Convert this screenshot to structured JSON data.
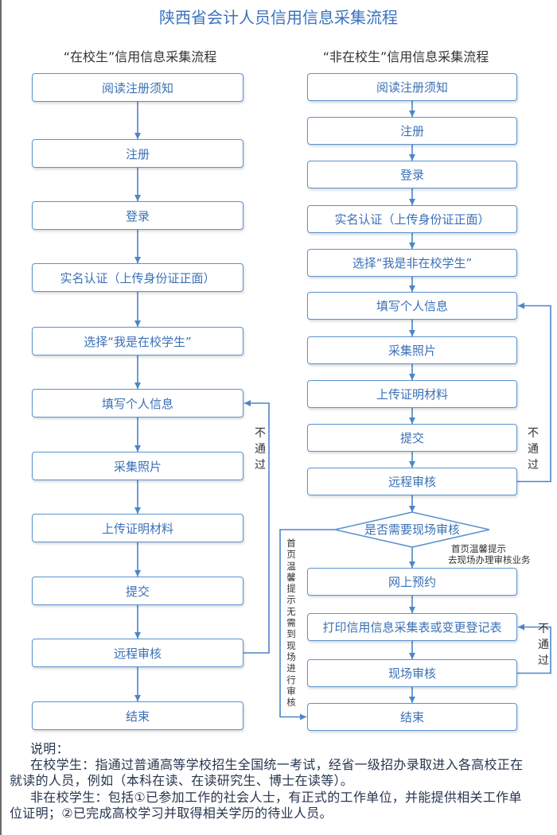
{
  "title": "陕西省会计人员信用信息采集流程",
  "in_school_flow": {
    "heading": "“在校生”信用信息采集流程",
    "steps": [
      "阅读注册须知",
      "注册",
      "登录",
      "实名认证（上传身份证正面）",
      "选择“我是在校学生”",
      "填写个人信息",
      "采集照片",
      "上传证明材料",
      "提交",
      "远程审核",
      "结束"
    ],
    "reject_label": "不通过"
  },
  "non_school_flow": {
    "heading": "“非在校生”信用信息采集流程",
    "steps": [
      "阅读注册须知",
      "注册",
      "登录",
      "实名认证（上传身份证正面）",
      "选择“我是非在校学生”",
      "填写个人信息",
      "采集照片",
      "上传证明材料",
      "提交",
      "远程审核"
    ],
    "reject_label": "不通过",
    "decision": "是否需要现场审核",
    "onsite_hint": [
      "首页温馨提示",
      "去现场办理审核业务"
    ],
    "no_onsite_hint": "首页温馨提示无需到现场进行审核",
    "onsite_steps": [
      "网上预约",
      "打印信用信息采集表或变更登记表",
      "现场审核"
    ],
    "onsite_reject_label": "不通过",
    "end": "结束"
  },
  "notes": {
    "heading": "说明：",
    "lines": [
      "在校学生：指通过普通高等学校招生全国统一考试，经省一级招办录取进入各高校正在",
      "就读的人员，例如（本科在读、在读研究生、博士在读等）。",
      "非在校学生：包括①已参加工作的社会人士，有正式的工作单位，并能提供相关工作单",
      "位证明；②已完成高校学习并取得相关学历的待业人员。"
    ]
  },
  "colors": {
    "title": "#3a73bf",
    "text_dark": "#333333",
    "box_border": "#5b93d1",
    "box_text": "#3a70b6",
    "connector": "#4a86c8",
    "notes_text": "#26364f",
    "page_edge": "#6a6a6a"
  }
}
